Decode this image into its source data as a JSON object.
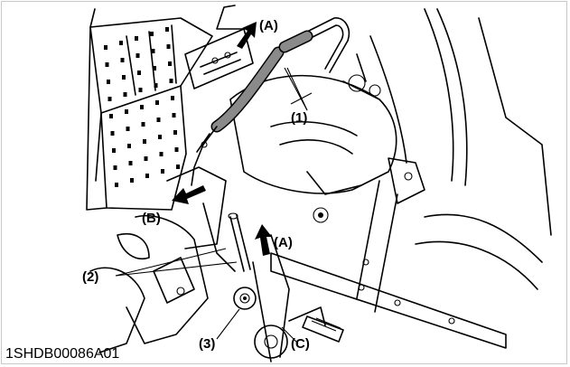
{
  "figure": {
    "code": "1SHDB00086A01",
    "labels": {
      "a_top": "(A)",
      "a_mid": "(A)",
      "b": "(B)",
      "c": "(C)",
      "one": "(1)",
      "two": "(2)",
      "three": "(3)"
    },
    "colors": {
      "line": "#000000",
      "lever_grip": "#8a8a8a",
      "background": "#ffffff"
    }
  }
}
